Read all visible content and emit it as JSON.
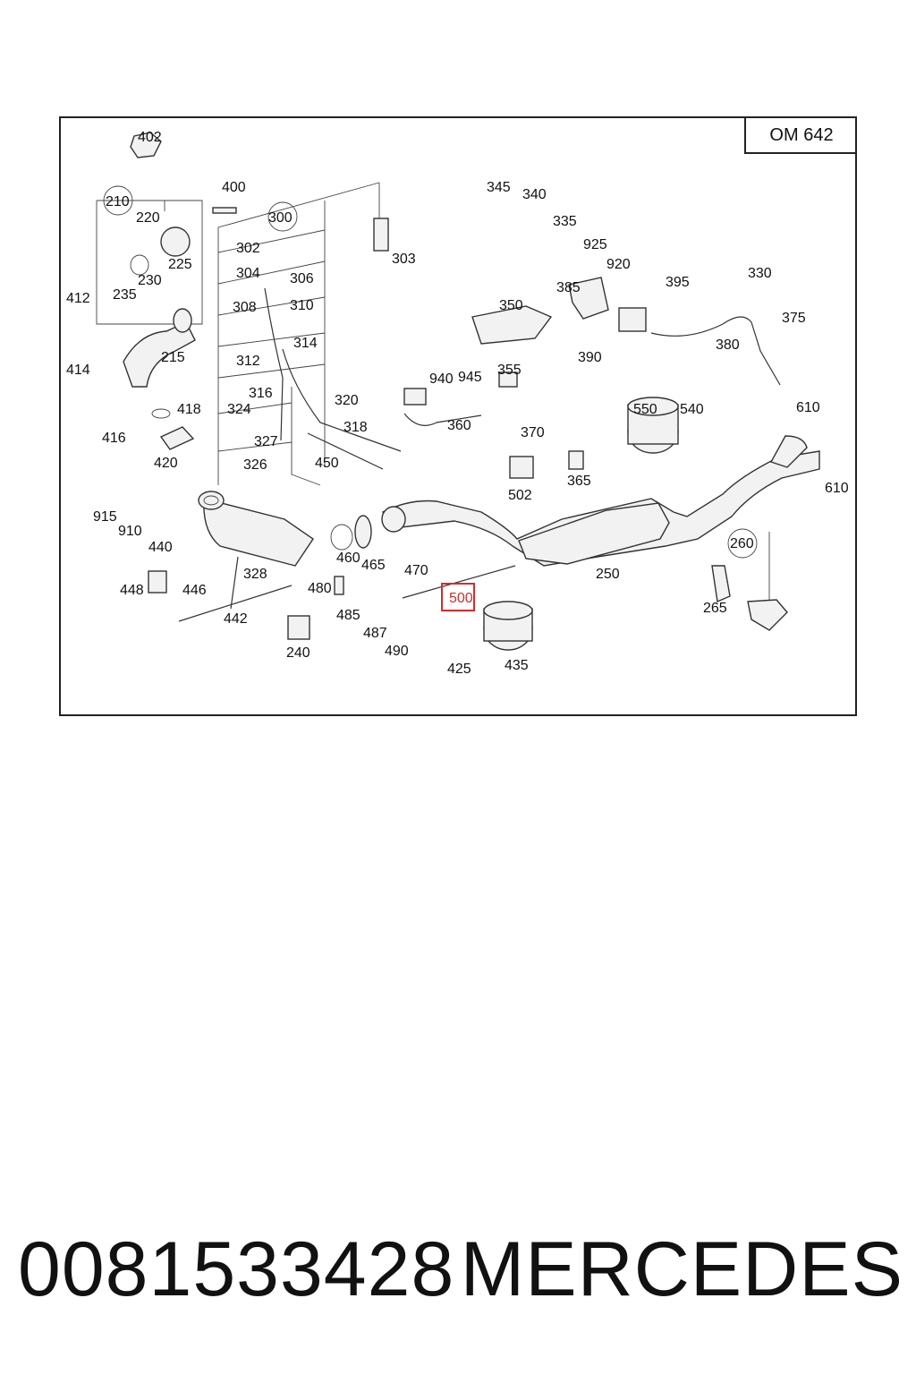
{
  "diagram": {
    "model_code": "OM 642",
    "highlighted_callout": "500",
    "callouts": [
      "402",
      "400",
      "210",
      "220",
      "225",
      "230",
      "235",
      "412",
      "414",
      "215",
      "300",
      "302",
      "304",
      "306",
      "308",
      "310",
      "312",
      "314",
      "316",
      "320",
      "318",
      "303",
      "345",
      "340",
      "335",
      "925",
      "920",
      "385",
      "395",
      "330",
      "375",
      "380",
      "350",
      "355",
      "390",
      "940",
      "945",
      "360",
      "370",
      "550",
      "540",
      "610",
      "610",
      "502",
      "365",
      "418",
      "416",
      "420",
      "324",
      "327",
      "326",
      "450",
      "915",
      "910",
      "440",
      "328",
      "460",
      "465",
      "470",
      "480",
      "448",
      "446",
      "442",
      "485",
      "487",
      "490",
      "240",
      "425",
      "435",
      "250",
      "260",
      "265",
      "500"
    ]
  },
  "footer": {
    "part_number": "0081533428",
    "brand": "MERCEDES"
  },
  "colors": {
    "highlight": "#d62b2b",
    "line": "#333333"
  }
}
